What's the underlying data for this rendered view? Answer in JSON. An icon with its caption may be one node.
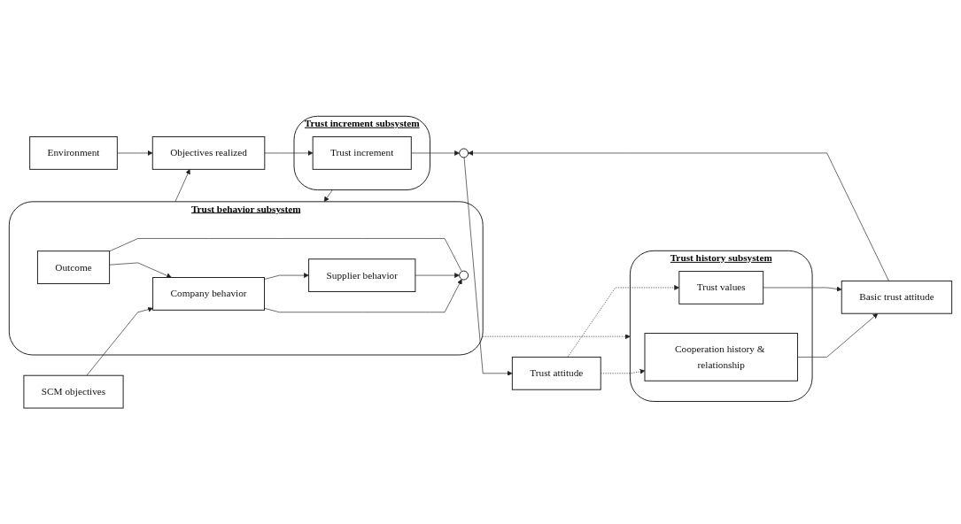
{
  "diagram": {
    "nodes": [
      {
        "text": [
          "Trust behavior subsystem"
        ]
      },
      {
        "text": [
          "Outcome"
        ],
        "in": 0
      },
      {
        "text": [
          "Company behavior"
        ],
        "in": 0
      },
      {
        "text": [],
        "shape": "circle",
        "in": 0
      },
      {
        "text": [
          "Supplier behavior"
        ],
        "in": 0
      },
      {
        "text": [
          "SCM objectives"
        ]
      },
      {
        "text": [
          "Environment"
        ]
      },
      {
        "text": [
          "Objectives realized"
        ]
      },
      {
        "text": [
          "Trust history subsystem"
        ]
      },
      {
        "text": [
          "Cooperation history & relationship"
        ],
        "in": 8
      },
      {
        "text": [
          "Basic trust attitude"
        ]
      },
      {
        "text": [
          "Trust values"
        ],
        "in": 8
      },
      {
        "text": [
          "Trust increment subsystem"
        ]
      },
      {
        "text": [],
        "shape": "circle"
      },
      {
        "text": [
          "Trust increment"
        ],
        "in": 12
      },
      {
        "text": [
          "Trust attitude"
        ]
      }
    ],
    "edges": [
      {
        "from": 5,
        "to": 2,
        "arrow": "to"
      },
      {
        "from": 1,
        "to": 2,
        "arrow": "to"
      },
      {
        "from": 3,
        "to": 1,
        "arrow": "none"
      },
      {
        "from": 2,
        "to": 3,
        "arrow": "to"
      },
      {
        "from": 2,
        "to": 4,
        "arrow": "to"
      },
      {
        "from": 4,
        "to": 3,
        "arrow": "to"
      },
      {
        "from": 0,
        "to": 7,
        "arrow": "to"
      },
      {
        "from": 6,
        "to": 7,
        "arrow": "to"
      },
      {
        "from": 0,
        "to": 8,
        "arrow": "to",
        "style": "dashed"
      },
      {
        "from": 12,
        "to": 0,
        "arrow": "to"
      },
      {
        "from": 7,
        "to": 14,
        "arrow": "to"
      },
      {
        "from": 9,
        "to": 10,
        "arrow": "to"
      },
      {
        "from": 11,
        "to": 10,
        "arrow": "to"
      },
      {
        "from": 10,
        "to": 13,
        "arrow": "to"
      },
      {
        "from": 14,
        "to": 13,
        "arrow": "to"
      },
      {
        "from": 13,
        "to": 15,
        "arrow": "to"
      },
      {
        "from": 15,
        "to": 9,
        "arrow": "to",
        "style": "dashed"
      },
      {
        "from": 15,
        "to": 11,
        "arrow": "to",
        "style": "dashed"
      }
    ]
  }
}
